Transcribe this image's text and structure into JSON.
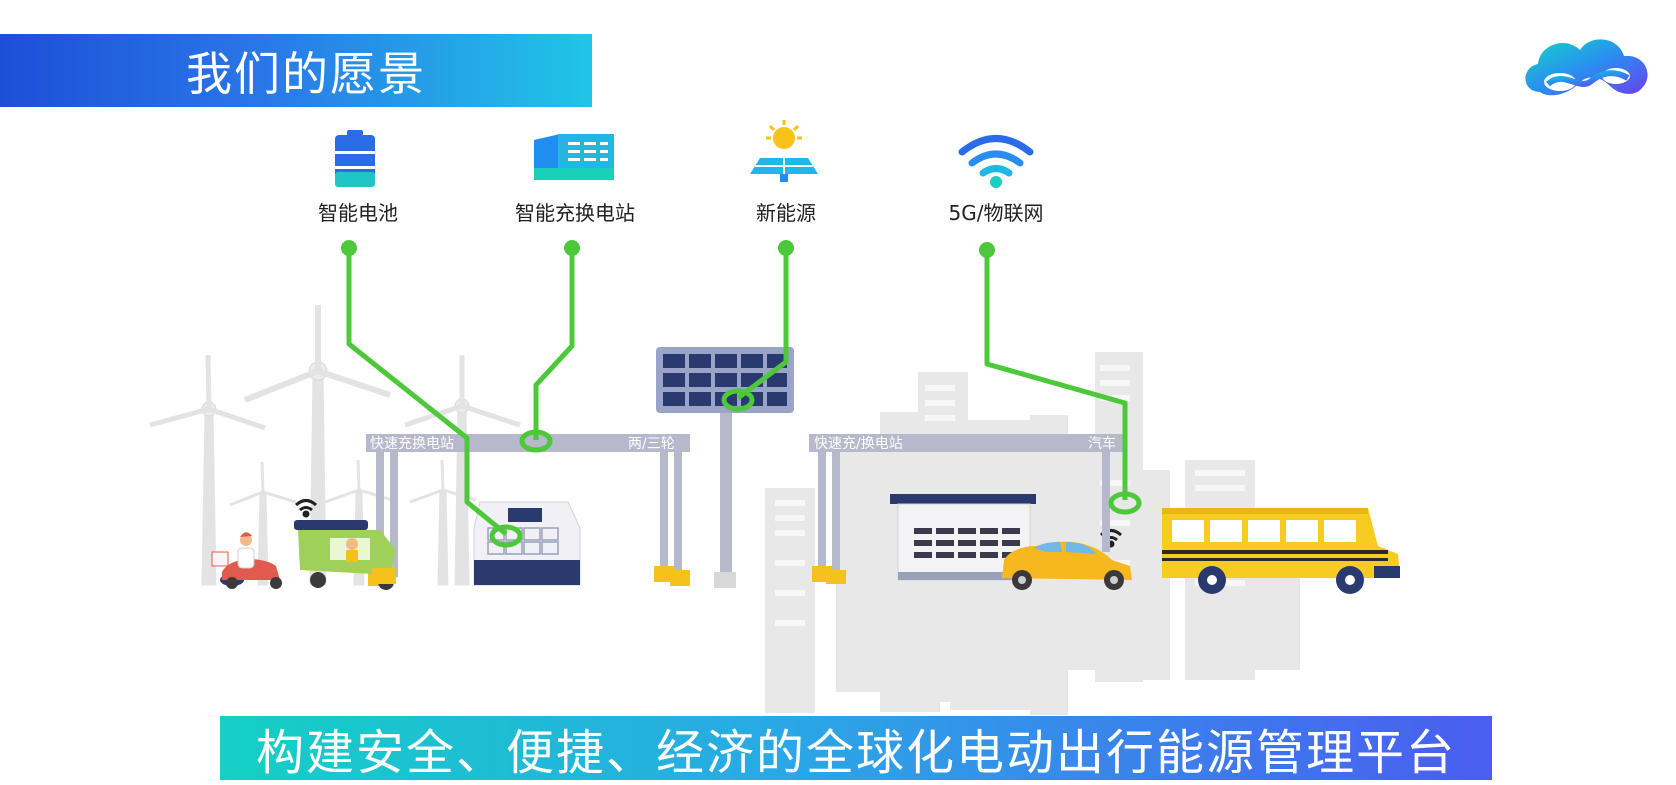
{
  "header": {
    "title": "我们的愿景"
  },
  "features": [
    {
      "label": "智能电池",
      "icon": "battery-icon"
    },
    {
      "label": "智能充换电站",
      "icon": "charging-station-icon"
    },
    {
      "label": "新能源",
      "icon": "solar-energy-icon"
    },
    {
      "label": "5G/物联网",
      "icon": "wifi-signal-icon"
    }
  ],
  "stations": {
    "left": {
      "name": "快速充换电站",
      "type": "两/三轮"
    },
    "right": {
      "name": "快速充/换电站",
      "type": "汽车"
    }
  },
  "footer": {
    "slogan": "构建安全、便捷、经济的全球化电动出行能源管理平台"
  },
  "colors": {
    "connector_green": "#4dc83a",
    "banner_blue": "#1c4fd8",
    "banner_cyan": "#1fc6e6",
    "bus_yellow": "#f7cb1f",
    "structure_gray": "#b8b8cc",
    "navy": "#2a3a6e"
  }
}
